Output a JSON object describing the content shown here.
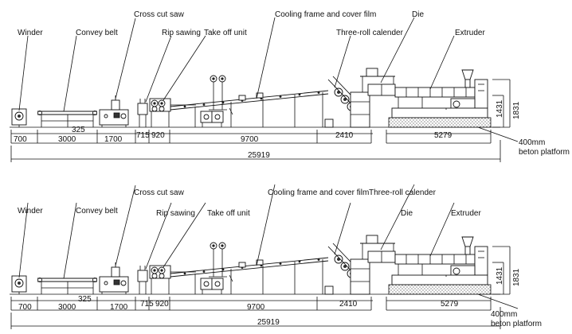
{
  "colors": {
    "ink": "#111111",
    "background": "#ffffff"
  },
  "diagram_top": {
    "labels": {
      "winder": "Winder",
      "convey_belt": "Convey belt",
      "cross_cut_saw": "Cross cut saw",
      "rip_sawing": "Rip sawing",
      "take_off_unit": "Take off unit",
      "cooling_frame": "Cooling frame and cover film",
      "three_roll_calender": "Three-roll calender",
      "die": "Die",
      "extruder": "Extruder",
      "platform_1": "400mm",
      "platform_2": "beton platform"
    },
    "dims": {
      "d700": "700",
      "d3000": "3000",
      "d325": "325",
      "d1700": "1700",
      "d715": "715",
      "d920": "920",
      "d9700": "9700",
      "d2410": "2410",
      "d5279": "5279",
      "d25919": "25919",
      "d1431": "1431",
      "d1831": "1831"
    }
  },
  "diagram_bottom": {
    "labels": {
      "winder": "Winder",
      "convey_belt": "Convey belt",
      "cross_cut_saw": "Cross cut saw",
      "rip_sawing": "Rip sawing",
      "take_off_unit": "Take off unit",
      "cooling_frame": "Cooling frame and cover film",
      "three_roll_calender": "Three-roll calender",
      "die": "Die",
      "extruder": "Extruder",
      "platform_1": "400mm",
      "platform_2": "beton platform"
    },
    "dims": {
      "d700": "700",
      "d3000": "3000",
      "d325": "325",
      "d1700": "1700",
      "d715": "715",
      "d920": "920",
      "d9700": "9700",
      "d2410": "2410",
      "d5279": "5279",
      "d25919": "25919",
      "d1431": "1431",
      "d1831": "1831"
    }
  }
}
